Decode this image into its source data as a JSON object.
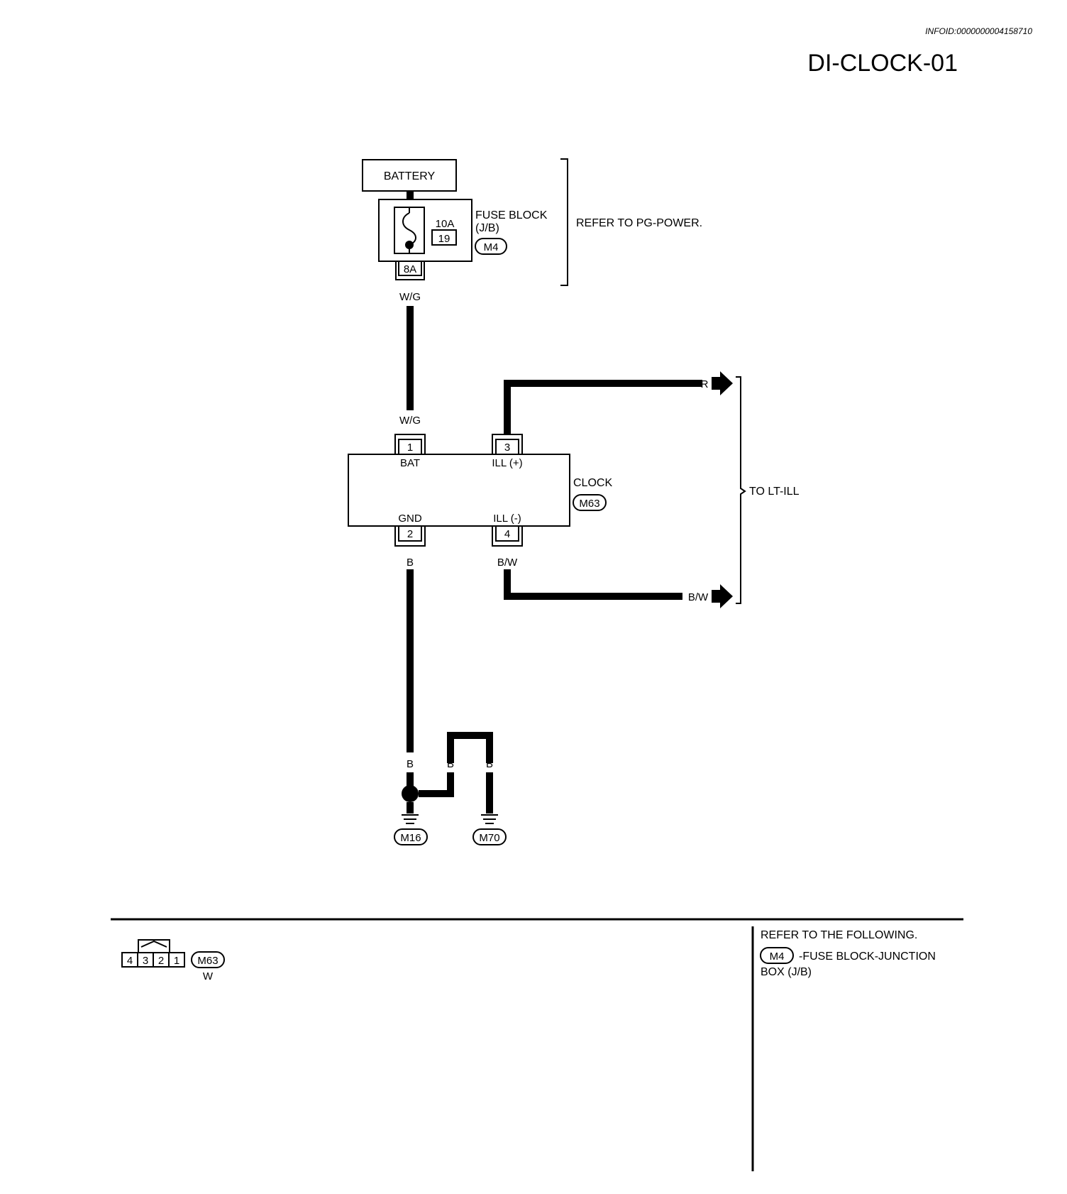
{
  "header": {
    "infoid": "INFOID:0000000004158710",
    "title": "DI-CLOCK-01"
  },
  "battery": {
    "label": "BATTERY"
  },
  "fuse_block": {
    "name": "FUSE BLOCK",
    "sub": "(J/B)",
    "connector": "M4",
    "fuse_amp": "10A",
    "fuse_number": "19",
    "output_terminal": "8A"
  },
  "refer_pg": "REFER TO PG-POWER.",
  "wires": {
    "batt_feed_top": "W/G",
    "batt_feed_bottom": "W/G",
    "ill_plus": "R",
    "ill_plus_out": "R",
    "gnd": "B",
    "ill_minus": "B/W",
    "ill_minus_out": "B/W",
    "ground_left": "B",
    "ground_mid": "B",
    "ground_right": "B"
  },
  "clock": {
    "name": "CLOCK",
    "connector": "M63",
    "pins": [
      {
        "number": "1",
        "label": "BAT"
      },
      {
        "number": "3",
        "label": "ILL (+)"
      },
      {
        "number": "2",
        "label": "GND"
      },
      {
        "number": "4",
        "label": "ILL (-)"
      }
    ]
  },
  "to_lt_ill": "TO LT-ILL",
  "grounds": [
    "M16",
    "M70"
  ],
  "connector_view": {
    "cells": [
      "4",
      "3",
      "2",
      "1"
    ],
    "connector": "M63",
    "color": "W"
  },
  "refer_following": {
    "heading": "REFER TO THE FOLLOWING.",
    "items": [
      {
        "connector": "M4",
        "desc": "-FUSE BLOCK-JUNCTION",
        "desc2": "BOX (J/B)"
      }
    ]
  }
}
